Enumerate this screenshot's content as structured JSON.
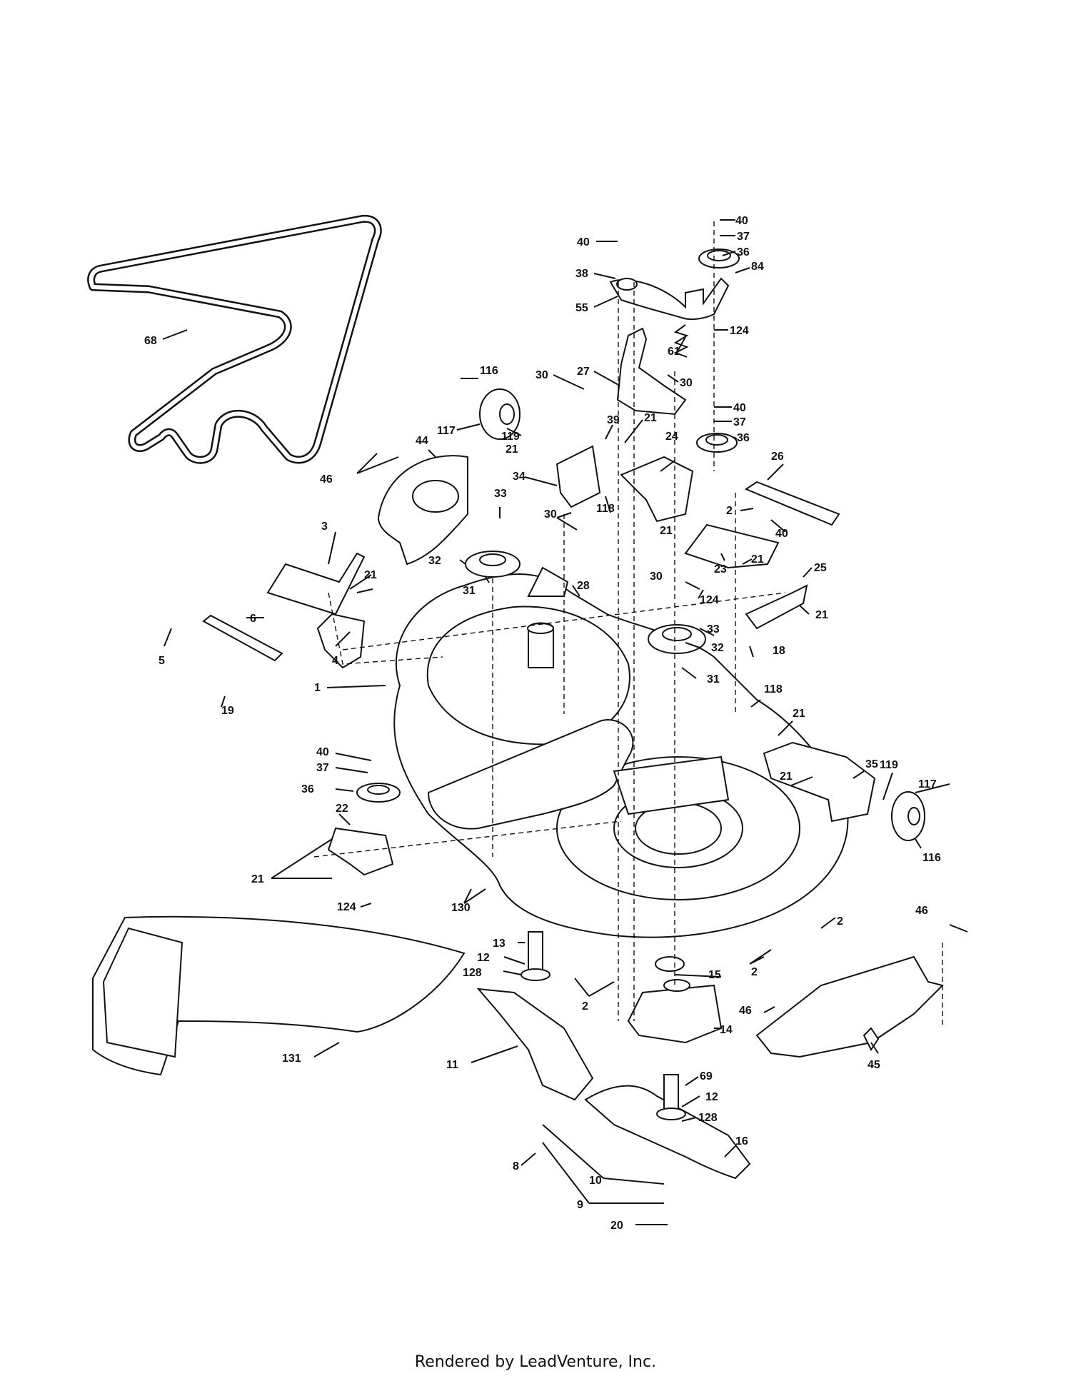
{
  "labels": {
    "l40a": "40",
    "l40b": "40",
    "l37a": "37",
    "l36a": "36",
    "l84": "84",
    "l38": "38",
    "l55": "55",
    "l124a": "124",
    "l61": "61",
    "l30a": "30",
    "l27": "27",
    "l30b": "30",
    "l116a": "116",
    "l117a": "117",
    "l119a": "119",
    "l39": "39",
    "l21a": "21",
    "l40c": "40",
    "l37b": "37",
    "l36b": "36",
    "l21b": "21",
    "l24": "24",
    "l34": "34",
    "l118a": "118",
    "l26": "26",
    "l68": "68",
    "l46a": "46",
    "l44": "44",
    "l33a": "33",
    "l30c": "30",
    "l2a": "2",
    "l40d": "40",
    "l21c": "21",
    "l3": "3",
    "l32a": "32",
    "l31a": "31",
    "l28": "28",
    "l23": "23",
    "l21d": "21",
    "l25": "25",
    "l21e": "21",
    "l30d": "30",
    "l124b": "124",
    "l21f": "21",
    "l6": "6",
    "l5": "5",
    "l4": "4",
    "l33b": "33",
    "l32b": "32",
    "l18": "18",
    "l31b": "31",
    "l19": "19",
    "l1": "1",
    "l118b": "118",
    "l21g": "21",
    "l40e": "40",
    "l35": "35",
    "l37c": "37",
    "l21h": "21",
    "l119b": "119",
    "l117b": "117",
    "l36c": "36",
    "l22": "22",
    "l116b": "116",
    "l21i": "21",
    "l124c": "124",
    "l130": "130",
    "l2b": "2",
    "l46b": "46",
    "l13": "13",
    "l12a": "12",
    "l128a": "128",
    "l15": "15",
    "l2c": "2",
    "l2d": "2",
    "l46c": "46",
    "l14": "14",
    "l131": "131",
    "l11": "11",
    "l45": "45",
    "l69": "69",
    "l12b": "12",
    "l128b": "128",
    "l16": "16",
    "l8": "8",
    "l10": "10",
    "l9": "9",
    "l20": "20"
  },
  "footer": {
    "credit": "Rendered by LeadVenture, Inc."
  }
}
